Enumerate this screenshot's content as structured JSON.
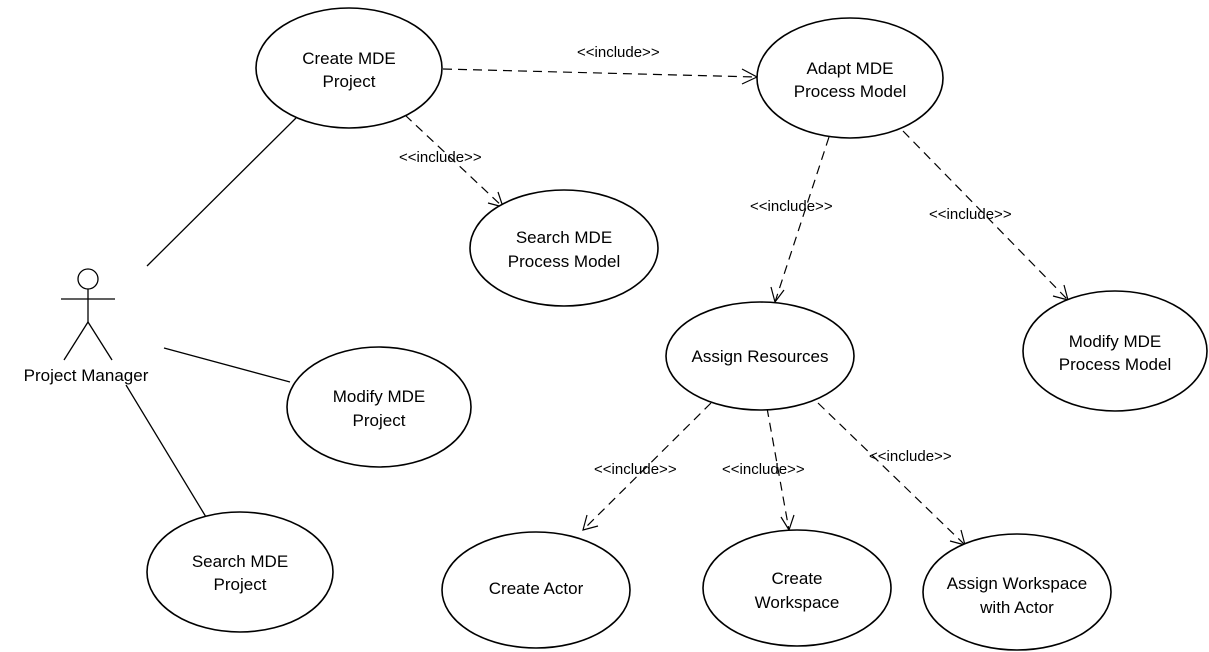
{
  "actor": {
    "name": "Project Manager"
  },
  "use_cases": {
    "create_mde_project": [
      "Create MDE",
      "Project"
    ],
    "adapt_mde_process_model": [
      "Adapt MDE",
      "Process Model"
    ],
    "search_mde_process_model": [
      "Search MDE",
      "Process Model"
    ],
    "modify_mde_project": [
      "Modify MDE",
      "Project"
    ],
    "search_mde_project": [
      "Search MDE",
      "Project"
    ],
    "assign_resources": [
      "Assign Resources"
    ],
    "modify_mde_process_model": [
      "Modify MDE",
      "Process Model"
    ],
    "create_actor": [
      "Create Actor"
    ],
    "create_workspace": [
      "Create",
      "Workspace"
    ],
    "assign_workspace_with_actor": [
      "Assign Workspace",
      "with Actor"
    ]
  },
  "relationships": {
    "include_label": "<<include>>",
    "includes": [
      {
        "from": "create_mde_project",
        "to": "adapt_mde_process_model"
      },
      {
        "from": "create_mde_project",
        "to": "search_mde_process_model"
      },
      {
        "from": "adapt_mde_process_model",
        "to": "assign_resources"
      },
      {
        "from": "adapt_mde_process_model",
        "to": "modify_mde_process_model"
      },
      {
        "from": "assign_resources",
        "to": "create_actor"
      },
      {
        "from": "assign_resources",
        "to": "create_workspace"
      },
      {
        "from": "assign_resources",
        "to": "assign_workspace_with_actor"
      }
    ],
    "associations": [
      {
        "from": "actor",
        "to": "create_mde_project"
      },
      {
        "from": "actor",
        "to": "modify_mde_project"
      },
      {
        "from": "actor",
        "to": "search_mde_project"
      }
    ]
  }
}
